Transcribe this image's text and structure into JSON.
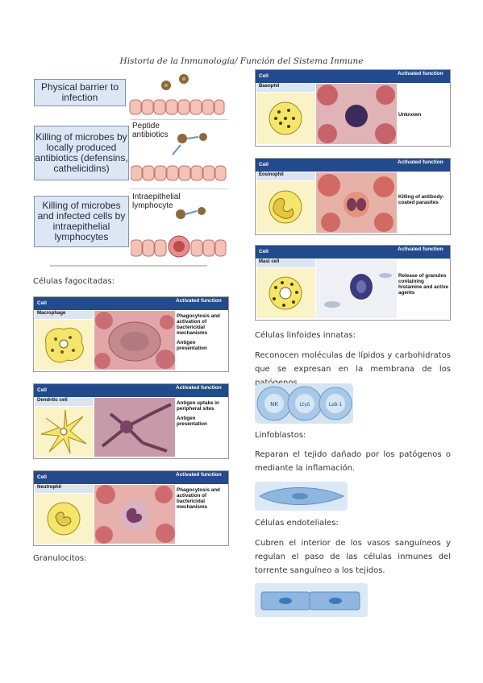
{
  "page_title": "Historia de la Inmunología/ Función del Sistema Inmune",
  "barrier_figure": {
    "panel1_label": "Physical barrier to infection",
    "panel2_label": "Killing of microbes by locally produced antibiotics (defensins, cathelicidins)",
    "panel2_sublabel": "Peptide antibiotics",
    "panel3_label": "Killing of microbes and infected cells by intraepithelial lymphocytes",
    "panel3_sublabel": "Intraepithelial lymphocyte"
  },
  "sections": {
    "fagocitadas": "Células fagocitadas:",
    "granulocitos": "Granulocitos:",
    "linfoides": "Células linfoides innatas:",
    "linfoides_text": "Reconocen moléculas de lípidos y carbohidratos que se expresan en la membrana de los patógenos.",
    "linfoblastos": "Linfoblastos:",
    "linfoblastos_text": "Reparan el tejido dañado por los patógenos o mediante la inflamación.",
    "endoteliales": "Células endoteliales:",
    "endoteliales_text": "Cubren el interior de los vasos sanguíneos y regulan el paso de las células inmunes del torrente sanguíneo a los tejidos."
  },
  "table_header": {
    "col1": "Cell",
    "col2": "Activated function"
  },
  "cards": [
    {
      "name": "Macrophage",
      "func1": "Phagocytosis and activation of bactericidal mechanisms",
      "func2": "Antigen presentation"
    },
    {
      "name": "Dendritic cell",
      "func1": "Antigen uptake in peripheral sites",
      "func2": "Antigen presentation"
    },
    {
      "name": "Neutrophil",
      "func1": "Phagocytosis and activation of bactericidal mechanisms",
      "func2": ""
    },
    {
      "name": "Basophil",
      "func1": "Unknown",
      "func2": ""
    },
    {
      "name": "Eosinophil",
      "func1": "Killing of antibody-coated parasites",
      "func2": ""
    },
    {
      "name": "Mast cell",
      "func1": "Release of granules containing histamine and active agents",
      "func2": ""
    }
  ],
  "lymphoid_cells": {
    "nk": "NK",
    "lt": "Ltγδ",
    "lb": "LsB-1"
  },
  "colors": {
    "header_blue": "#234a8c",
    "label_fill": "#dde6f3",
    "cell_yellow": "#f6e56b",
    "lymph_blue": "#a9c9e8"
  }
}
